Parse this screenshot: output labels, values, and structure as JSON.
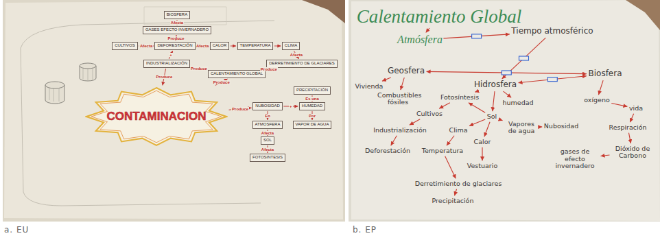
{
  "diagram": {
    "nodes": [
      {
        "text": [
          "BIOSFERA"
        ]
      },
      {
        "text": [
          "GASES EFECTO INVERNADERO"
        ]
      },
      {
        "text": [
          "CULTIVOS"
        ]
      },
      {
        "text": [
          "DEFORESTACIÓN"
        ]
      },
      {
        "text": [
          "CALOR"
        ]
      },
      {
        "text": [
          "TEMPERATURA"
        ]
      },
      {
        "text": [
          "CLIMA"
        ]
      },
      {
        "text": [
          "INDUSTRIALIZACIÓN"
        ]
      },
      {
        "text": [
          "DERRETIMIENTO DE GLACIARES"
        ]
      },
      {
        "text": [
          "CALENTAMIENTO GLOBAL"
        ]
      },
      {
        "text": [
          "CONTAMINACION"
        ]
      },
      {
        "text": [
          "PRECIPITACIÓN"
        ]
      },
      {
        "text": [
          "NUBOSIDAD"
        ]
      },
      {
        "text": [
          "HUMEDAD"
        ]
      },
      {
        "text": [
          "ATMOSFERA"
        ]
      },
      {
        "text": [
          "VAPOR DE AGUA"
        ]
      },
      {
        "text": [
          "SOL"
        ]
      },
      {
        "text": [
          "FOTOSINTESIS"
        ]
      },
      {
        "text": [
          "Calentamiento Global"
        ]
      },
      {
        "text": [
          "Atmósfera"
        ]
      },
      {
        "text": [
          "Tiempo atmosférico"
        ]
      },
      {
        "text": [
          "Geosfera"
        ]
      },
      {
        "text": [
          "Hidrosfera"
        ]
      },
      {
        "text": [
          "Biosfera"
        ]
      },
      {
        "text": [
          "Vivienda"
        ]
      },
      {
        "text": [
          "Combustibles fósiles"
        ]
      },
      {
        "text": [
          "Fotosíntesis"
        ]
      },
      {
        "text": [
          "Cultivos"
        ]
      },
      {
        "text": [
          "humedad"
        ]
      },
      {
        "text": [
          "Sol"
        ]
      },
      {
        "text": [
          "oxígeno"
        ]
      },
      {
        "text": [
          "vida"
        ]
      },
      {
        "text": [
          "Industrialización"
        ]
      },
      {
        "text": [
          "Clima"
        ]
      },
      {
        "text": [
          "Calor"
        ]
      },
      {
        "text": [
          "Vapores de agua"
        ]
      },
      {
        "text": [
          "Nubosidad"
        ]
      },
      {
        "text": [
          "Respiración"
        ]
      },
      {
        "text": [
          "Deforestación"
        ]
      },
      {
        "text": [
          "Temperatura"
        ]
      },
      {
        "text": [
          "Vestuario"
        ]
      },
      {
        "text": [
          "Dióxido de Carbono"
        ]
      },
      {
        "text": [
          "gases de efecto invernadero"
        ]
      },
      {
        "text": [
          "Derretimiento de glaciares"
        ]
      },
      {
        "text": [
          "Precipitación"
        ]
      }
    ],
    "edges": [
      {
        "from": 1,
        "to": 0,
        "label": "Afecta",
        "arrow": "to"
      },
      {
        "from": 3,
        "to": 1,
        "label": "Produce",
        "arrow": "to"
      },
      {
        "from": 2,
        "to": 3,
        "label": "Afecta",
        "arrow": "to"
      },
      {
        "from": 3,
        "to": 4,
        "label": "Afecta",
        "arrow": "to"
      },
      {
        "from": 4,
        "to": 5,
        "arrow": "to"
      },
      {
        "from": 5,
        "to": 6,
        "arrow": "to"
      },
      {
        "from": 6,
        "to": 8,
        "label": "Afecta",
        "arrow": "to"
      },
      {
        "from": 7,
        "to": 3,
        "label": "+",
        "arrow": "to"
      },
      {
        "from": 7,
        "to": 9,
        "label": "Produce",
        "arrow": "to"
      },
      {
        "from": 7,
        "to": 10,
        "label": "Produce",
        "arrow": "to"
      },
      {
        "from": 10,
        "to": 9,
        "label": "Produce",
        "arrow": "to"
      },
      {
        "from": 9,
        "to": 8,
        "label": "Produce",
        "arrow": "to"
      },
      {
        "from": 10,
        "to": 12,
        "label": "Produce",
        "arrow": "to"
      },
      {
        "from": 12,
        "to": 13,
        "label": "+",
        "arrow": "to"
      },
      {
        "from": 11,
        "to": 13,
        "label": "Es una",
        "arrow": "to"
      },
      {
        "from": 13,
        "to": 15,
        "label": "Por",
        "arrow": "to"
      },
      {
        "from": 12,
        "to": 14,
        "label": "En",
        "arrow": "to"
      },
      {
        "from": 14,
        "to": 16,
        "label": "Afecta",
        "arrow": "to"
      },
      {
        "from": 16,
        "to": 17,
        "label": "Afecta",
        "arrow": "to"
      },
      {
        "from": 18,
        "to": 19,
        "arrow": "to"
      },
      {
        "from": 19,
        "to": 20,
        "arrow": "to"
      },
      {
        "from": 20,
        "to": 22,
        "arrow": "to"
      },
      {
        "from": 21,
        "to": 23,
        "arrow": "both"
      },
      {
        "from": 22,
        "to": 23,
        "arrow": "both"
      },
      {
        "from": 21,
        "to": 24,
        "arrow": "to"
      },
      {
        "from": 21,
        "to": 25,
        "arrow": "to"
      },
      {
        "from": 26,
        "to": 27,
        "arrow": "to"
      },
      {
        "from": 27,
        "to": 32,
        "arrow": "to"
      },
      {
        "from": 32,
        "to": 38,
        "arrow": "to"
      },
      {
        "from": 22,
        "to": 26,
        "arrow": "to"
      },
      {
        "from": 22,
        "to": 28,
        "arrow": "to"
      },
      {
        "from": 22,
        "to": 29,
        "arrow": "to"
      },
      {
        "from": 29,
        "to": 26,
        "arrow": "to"
      },
      {
        "from": 29,
        "to": 33,
        "arrow": "to"
      },
      {
        "from": 29,
        "to": 34,
        "arrow": "to"
      },
      {
        "from": 29,
        "to": 35,
        "arrow": "to"
      },
      {
        "from": 35,
        "to": 36,
        "arrow": "to"
      },
      {
        "from": 33,
        "to": 39,
        "arrow": "to"
      },
      {
        "from": 39,
        "to": 43,
        "arrow": "to"
      },
      {
        "from": 43,
        "to": 44,
        "arrow": "to"
      },
      {
        "from": 34,
        "to": 40,
        "arrow": "to"
      },
      {
        "from": 23,
        "to": 30,
        "arrow": "to"
      },
      {
        "from": 30,
        "to": 31,
        "arrow": "to"
      },
      {
        "from": 31,
        "to": 37,
        "arrow": "to"
      },
      {
        "from": 37,
        "to": 41,
        "arrow": "to"
      },
      {
        "from": 41,
        "to": 42,
        "arrow": "to"
      }
    ],
    "labels": [
      "a. EU",
      "b. EP"
    ]
  }
}
